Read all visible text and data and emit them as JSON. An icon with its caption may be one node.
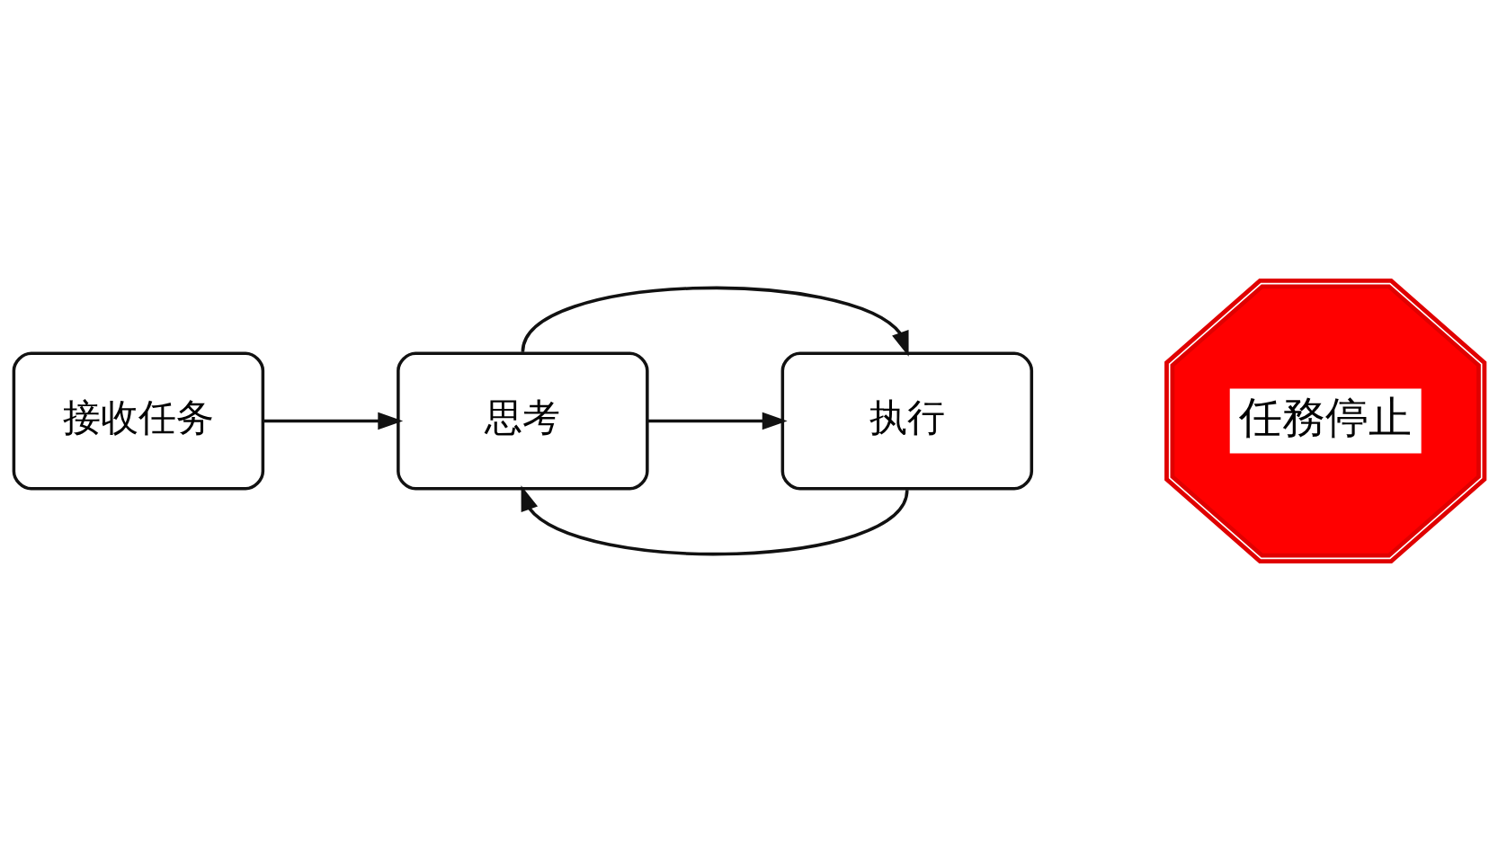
{
  "diagram": {
    "nodes": [
      {
        "text": [
          "接收任务"
        ]
      },
      {
        "text": [
          "思考"
        ]
      },
      {
        "text": [
          "执行"
        ]
      },
      {
        "text": [
          "任務停止"
        ]
      }
    ],
    "edges": [
      {
        "from": 0,
        "to": 1,
        "arrow": "to"
      },
      {
        "from": 1,
        "to": 2,
        "arrow": "to"
      },
      {
        "from": 1,
        "to": 2,
        "arrow": "to"
      },
      {
        "from": 2,
        "to": 1,
        "arrow": "to"
      }
    ]
  }
}
